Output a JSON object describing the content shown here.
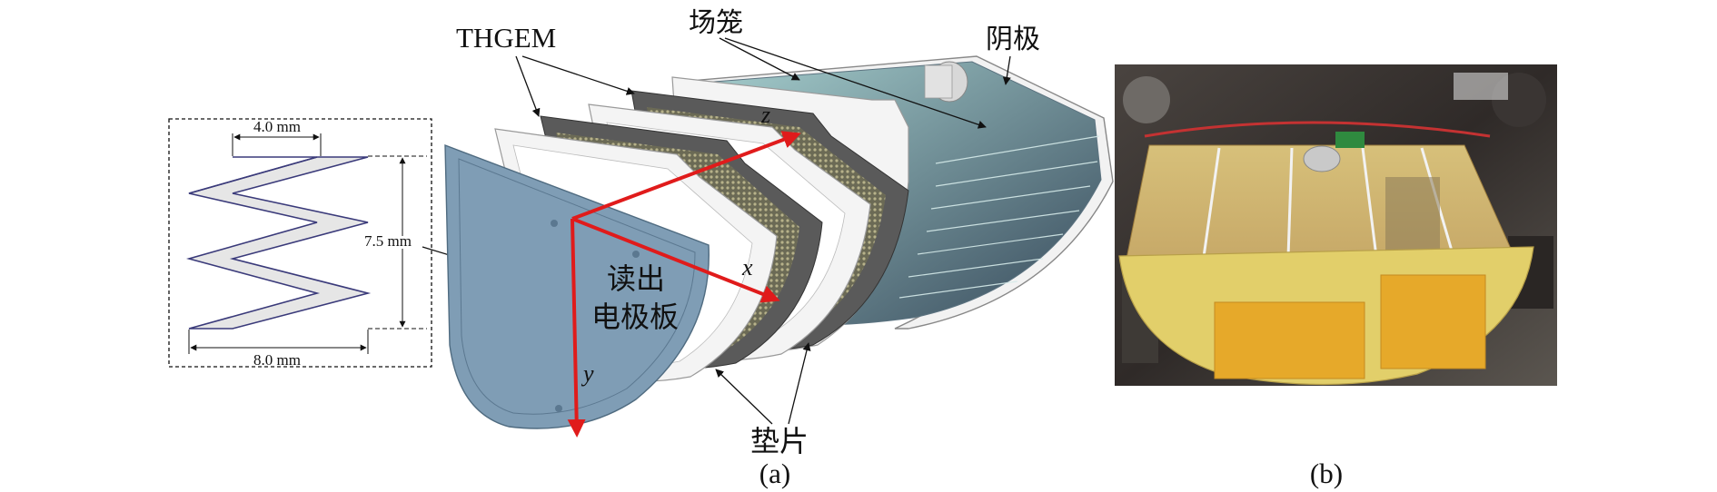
{
  "labels": {
    "thgem": "THGEM",
    "field_cage": "场笼",
    "cathode": "阴极",
    "readout_board": [
      "读出",
      "电极板"
    ],
    "spacer": "垫片",
    "axis_x": "x",
    "axis_y": "y",
    "axis_z": "z"
  },
  "zigzag_dims": {
    "top_width": "4.0 mm",
    "height": "7.5 mm",
    "bottom_width": "8.0 mm"
  },
  "captions": {
    "a": "(a)",
    "b": "(b)"
  },
  "colors": {
    "axis_arrow": "#e01b1b",
    "readout_plate": "#7f9db5",
    "thgem_plate": "#595959",
    "field_cage": "#8fc3c4",
    "photo_board": "#e2cf6a",
    "kapton_pad": "#e6a92a"
  }
}
